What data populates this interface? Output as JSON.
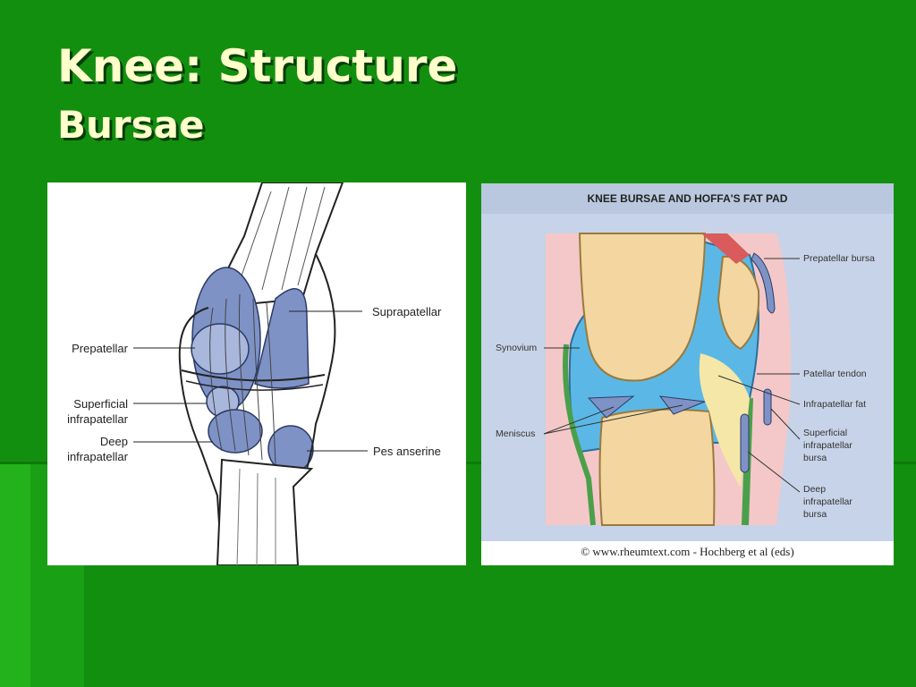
{
  "slide": {
    "title": "Knee: Structure",
    "subtitle": "Bursae"
  },
  "left_figure": {
    "labels": {
      "suprapatellar": "Suprapatellar",
      "prepatellar": "Prepatellar",
      "superficial_infrapatellar_1": "Superficial",
      "superficial_infrapatellar_2": "infrapatellar",
      "deep_infrapatellar_1": "Deep",
      "deep_infrapatellar_2": "infrapatellar",
      "pes_anserine": "Pes anserine"
    }
  },
  "right_figure": {
    "title": "KNEE BURSAE AND HOFFA'S FAT PAD",
    "labels": {
      "prepatellar_bursa": "Prepatellar bursa",
      "synovium": "Synovium",
      "patellar_tendon": "Patellar tendon",
      "infrapatellar_fat": "Infrapatellar fat",
      "meniscus": "Meniscus",
      "superficial_1": "Superficial",
      "superficial_2": "infrapatellar",
      "superficial_3": "bursa",
      "deep_1": "Deep",
      "deep_2": "infrapatellar",
      "deep_3": "bursa"
    },
    "credit": "© www.rheumtext.com - Hochberg et al (eds)"
  },
  "colors": {
    "background": "#138f0f",
    "title_text": "#ffffcc",
    "bursa_blue": "#7e92c6",
    "bone": "#f3d6a0",
    "synovium_blue": "#5bb8e6"
  }
}
